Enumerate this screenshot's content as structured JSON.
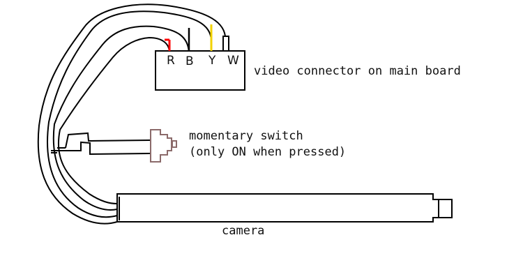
{
  "diagram": {
    "connector": {
      "label": "video connector on main board",
      "pins": [
        {
          "name": "R",
          "wire_color": "#ff0000"
        },
        {
          "name": "B",
          "wire_color": "#000000"
        },
        {
          "name": "Y",
          "wire_color": "#f2d200"
        },
        {
          "name": "W",
          "wire_color": "#ffffff"
        }
      ]
    },
    "switch": {
      "label_line1": "momentary switch",
      "label_line2": "(only ON when pressed)",
      "color": "#8b6a6a"
    },
    "camera": {
      "label": "camera"
    },
    "icons": {
      "connector": "connector-block-icon",
      "switch": "switch-icon",
      "camera": "camera-body-icon"
    }
  }
}
